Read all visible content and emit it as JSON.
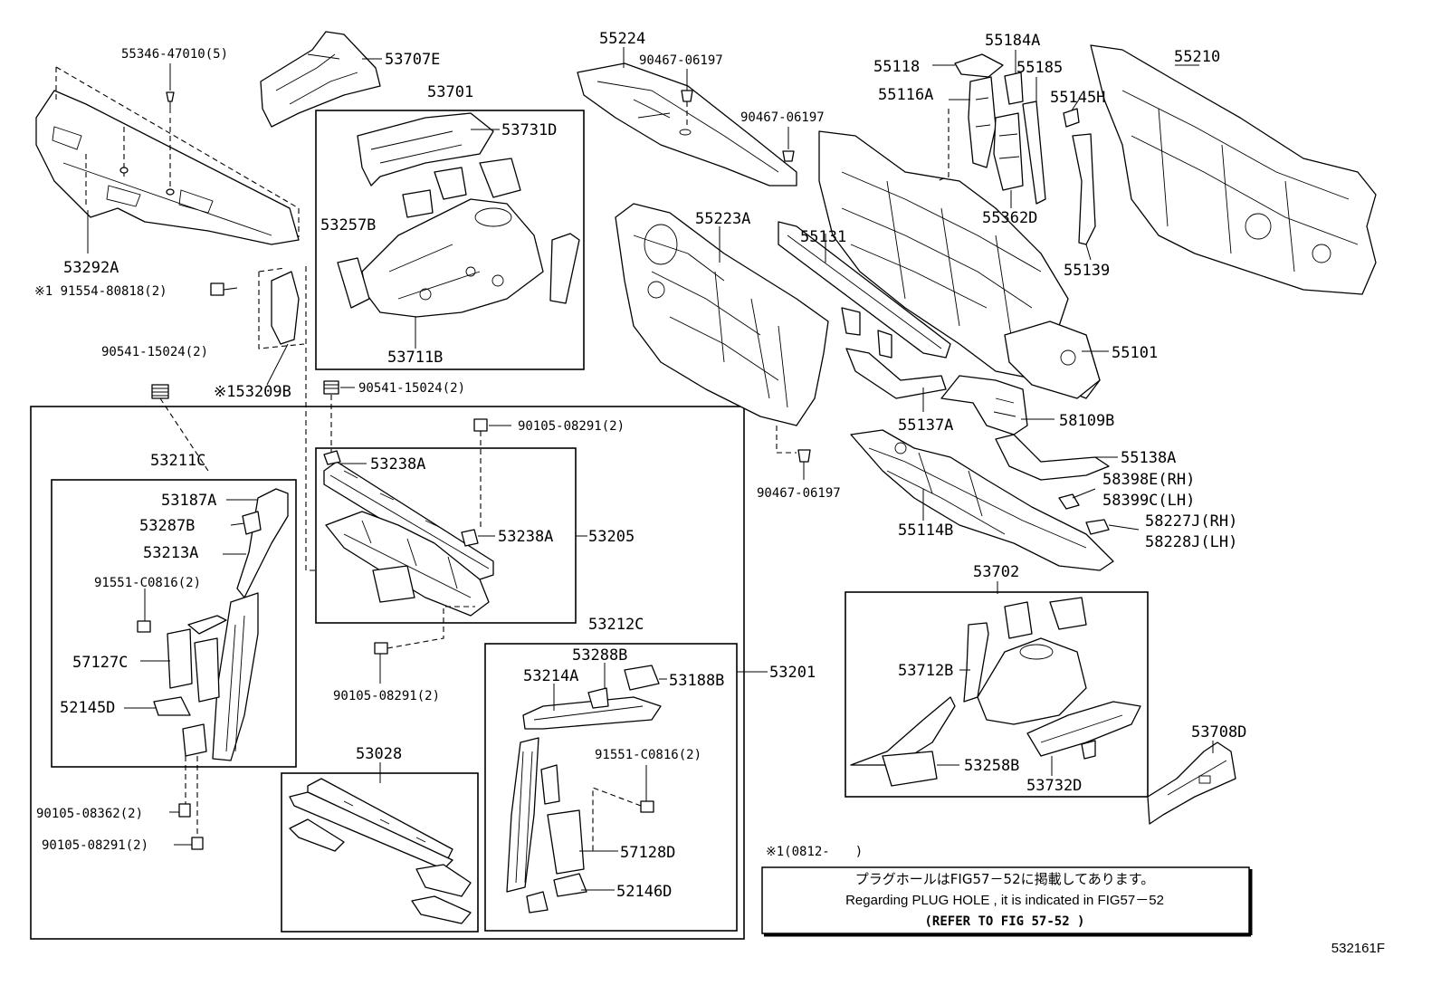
{
  "labels": {
    "p55346": "55346-47010(5)",
    "p53707E": "53707E",
    "p53701": "53701",
    "p53731D": "53731D",
    "p53257B": "53257B",
    "p53711B": "53711B",
    "p53292A": "53292A",
    "p91554": "※1 91554-80818(2)",
    "p90541a": "90541-15024(2)",
    "p53209B": "※153209B",
    "p90541b": "90541-15024(2)",
    "p55224": "55224",
    "p90467a": "90467-06197",
    "p90467b": "90467-06197",
    "p55223A": "55223A",
    "p55118": "55118",
    "p55184A": "55184A",
    "p55185": "55185",
    "p55116A": "55116A",
    "p55145H": "55145H",
    "p55210": "55210",
    "p55362D": "55362D",
    "p55139": "55139",
    "p55131": "55131",
    "p55101": "55101",
    "p55137A": "55137A",
    "p58109B": "58109B",
    "p55138A": "55138A",
    "p90467c": "90467-06197",
    "p58398E": "58398E(RH)",
    "p58399C": "58399C(LH)",
    "p55114B": "55114B",
    "p58227J": "58227J(RH)",
    "p58228J": "58228J(LH)",
    "p90105a": "90105-08291(2)",
    "p53211C": "53211C",
    "p53238Aa": "53238A",
    "p53187A": "53187A",
    "p53287B": "53287B",
    "p53238Ab": "53238A",
    "p53205": "53205",
    "p53213A": "53213A",
    "p91551a": "91551-C0816(2)",
    "p57127C": "57127C",
    "p52145D": "52145D",
    "p90105b": "90105-08291(2)",
    "p53212C": "53212C",
    "p53288B": "53288B",
    "p53214A": "53214A",
    "p53188B": "53188B",
    "p53201": "53201",
    "p91551b": "91551-C0816(2)",
    "p53028": "53028",
    "p57128D": "57128D",
    "p52146D": "52146D",
    "p90105c": "90105-08362(2)",
    "p90105d": "90105-08291(2)",
    "p53702": "53702",
    "p53712B": "53712B",
    "p53258B": "53258B",
    "p53732D": "53732D",
    "p53708D": "53708D"
  },
  "note": {
    "marker": "※1(0812-　　)",
    "jp": "プラグホールはFIG57－52に掲載してあります。",
    "en": "Regarding PLUG HOLE , it is indicated in FIG57－52",
    "ref": "(REFER TO FIG 57-52 )"
  },
  "figure_id": "532161F"
}
